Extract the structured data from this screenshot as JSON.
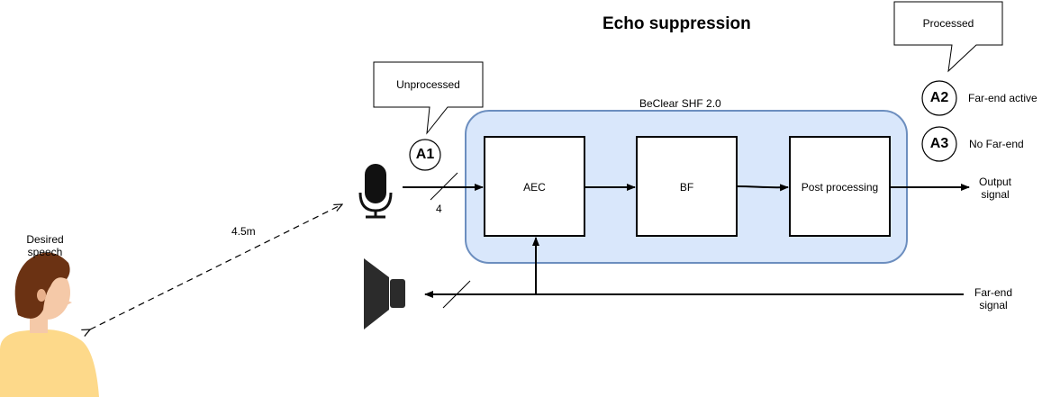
{
  "title": "Echo suppression",
  "colors": {
    "container_fill": "#d9e7fb",
    "container_stroke": "#6c8ebf",
    "skin": "#f5c9a8",
    "hair": "#6b3213",
    "shirt": "#fdd98a",
    "speaker": "#2b2b2b",
    "mic": "#111111"
  },
  "container": {
    "label": "BeClear SHF 2.0"
  },
  "blocks": [
    {
      "id": "aec",
      "label": "AEC"
    },
    {
      "id": "bf",
      "label": "BF"
    },
    {
      "id": "post",
      "label": "Post processing"
    }
  ],
  "callouts": {
    "unprocessed": "Unprocessed",
    "processed": "Processed"
  },
  "markers": [
    {
      "id": "a1",
      "label": "A1"
    },
    {
      "id": "a2",
      "label": "A2",
      "desc": "Far-end active"
    },
    {
      "id": "a3",
      "label": "A3",
      "desc": "No Far-end"
    }
  ],
  "labels": {
    "channel_count": "4",
    "distance": "4.5m",
    "desired_speech_line1": "Desired",
    "desired_speech_line2": "speech",
    "output_line1": "Output",
    "output_line2": "signal",
    "farend_line1": "Far-end",
    "farend_line2": "signal"
  },
  "icons": [
    "microphone-icon",
    "loudspeaker-icon",
    "person-icon"
  ]
}
